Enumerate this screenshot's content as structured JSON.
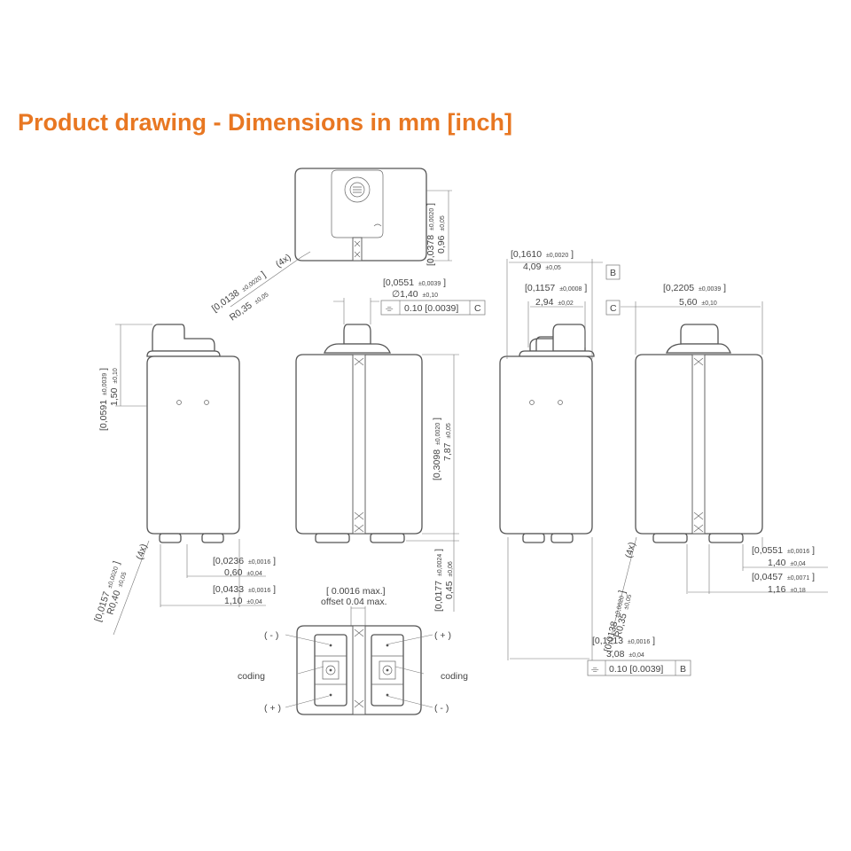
{
  "title": "Product drawing - Dimensions in mm [inch]",
  "colors": {
    "title": "#e87722",
    "lines": "#555555",
    "text": "#444444"
  },
  "callouts": {
    "top_inch": "[0,0378",
    "top_inch_tol": "±0,0020",
    "top_inch_close": "]",
    "top_mm": "0,96",
    "top_mm_tol": "±0,05",
    "r035_count": "(4x)",
    "r035_inch": "[0,0138",
    "r035_inch_tol": "±0,0020",
    "r035_inch_close": "]",
    "r035_mm": "R0,35",
    "r035_mm_tol": "±0,05",
    "h150_inch": "[0,0591",
    "h150_inch_tol": "±0,0039",
    "h150_inch_close": "]",
    "h150_mm": "1,50",
    "h150_mm_tol": "±0,10",
    "r040_count": "(4x)",
    "r040_inch": "[0,0157",
    "r040_inch_tol": "±0,0020",
    "r040_inch_close": "]",
    "r040_mm": "R0,40",
    "r040_mm_tol": "±0,05",
    "w060_inch": "[0,0236",
    "w060_inch_tol": "±0,0016",
    "w060_inch_close": "]",
    "w060_mm": "0,60",
    "w060_mm_tol": "±0,04",
    "w110_inch": "[0,0433",
    "w110_inch_tol": "±0,0016",
    "w110_inch_close": "]",
    "w110_mm": "1,10",
    "w110_mm_tol": "±0,04",
    "d140_inch": "[0,0551",
    "d140_inch_tol": "±0,0039",
    "d140_inch_close": "]",
    "d140_mm": "∅1,40",
    "d140_mm_tol": "±0,10",
    "flat_c_sym": "⌯",
    "flat_c_val": "0.10 [0.0039]",
    "flat_c_ref": "C",
    "h787_inch": "[0,3098",
    "h787_inch_tol": "±0,0020",
    "h787_inch_close": "]",
    "h787_mm": "7,87",
    "h787_mm_tol": "±0,05",
    "h045_inch": "[0,0177",
    "h045_inch_tol": "±0,0024",
    "h045_inch_close": "]",
    "h045_mm": "0,45",
    "h045_mm_tol": "±0,06",
    "offset_inch": "[ 0.0016 max.]",
    "offset_mm": "offset 0.04 max.",
    "minus_tl": "( - )",
    "plus_tr": "( + )",
    "plus_bl": "( + )",
    "minus_br": "( - )",
    "coding_left": "coding",
    "coding_right": "coding",
    "w409_inch": "[0,1610",
    "w409_inch_tol": "±0,0020",
    "w409_inch_close": "]",
    "w409_mm": "4,09",
    "w409_mm_tol": "±0,05",
    "datum_b": "B",
    "w294_inch": "[0,1157",
    "w294_inch_tol": "±0,0008",
    "w294_inch_close": "]",
    "w294_mm": "2,94",
    "w294_mm_tol": "±0,02",
    "w560_inch": "[0,2205",
    "w560_inch_tol": "±0,0039",
    "w560_inch_close": "]",
    "w560_mm": "5,60",
    "w560_mm_tol": "±0,10",
    "datum_c": "C",
    "r035b_count": "(4x)",
    "r035b_inch": "[0,0138",
    "r035b_inch_tol": "±0,0020",
    "r035b_inch_close": "]",
    "r035b_mm": "R0,35",
    "r035b_mm_tol": "±0,05",
    "w140_inch": "[0,0551",
    "w140_inch_tol": "±0,0016",
    "w140_inch_close": "]",
    "w140_mm": "1,40",
    "w140_mm_tol": "±0,04",
    "w116_inch": "[0,0457",
    "w116_inch_tol": "±0,0071",
    "w116_inch_close": "]",
    "w116_mm": "1,16",
    "w116_mm_tol": "±0,18",
    "w308_inch": "[0,1213",
    "w308_inch_tol": "±0,0016",
    "w308_inch_close": "]",
    "w308_mm": "3,08",
    "w308_mm_tol": "±0,04",
    "flat_b_sym": "⌯",
    "flat_b_val": "0.10 [0.0039]",
    "flat_b_ref": "B"
  }
}
